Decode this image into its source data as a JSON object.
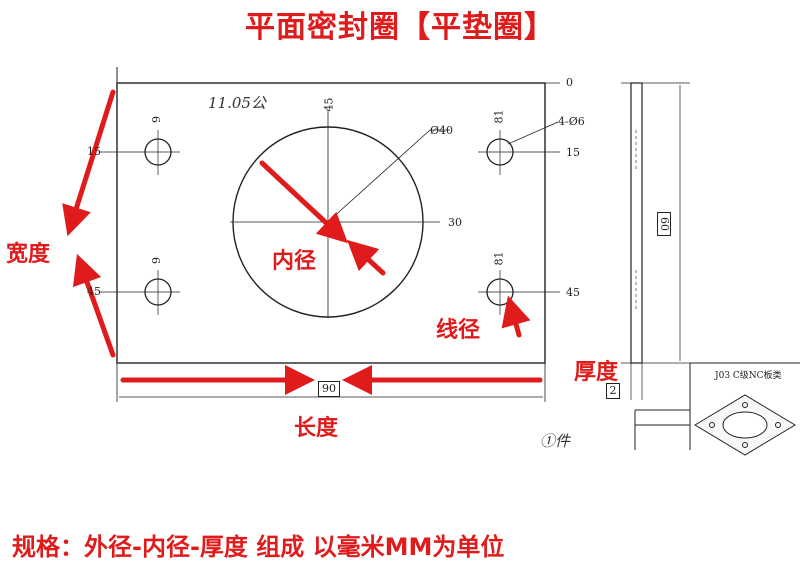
{
  "title": "平面密封圈【平垫圈】",
  "footer_text": "规格：外径-内径-厚度 组成 以毫米MM为单位",
  "red_labels": {
    "width": "宽度",
    "inner_diameter": "内径",
    "hole_diameter": "线径",
    "thickness": "厚度",
    "length": "长度"
  },
  "dimensions": {
    "top_zero": "0",
    "center_top": "45",
    "diameter_big": "Ø40",
    "center_right": "30",
    "hole_callout": "4-Ø6",
    "hole_right_top": "15",
    "hole_right_bottom": "45",
    "left_top": "15",
    "left_bottom": "45",
    "hole_v_left_top": "9",
    "hole_v_left_bottom": "9",
    "hole_v_right_top": "81",
    "hole_v_right_bottom": "81",
    "length_value": "90",
    "height_value": "60",
    "thickness_value": "2"
  },
  "handwritten": {
    "top_note": "11.05公",
    "bottom_note": "①件"
  },
  "inset": {
    "label": "J03 C级NC板类"
  },
  "colors": {
    "accent": "#e01b1b",
    "line": "#222222"
  }
}
